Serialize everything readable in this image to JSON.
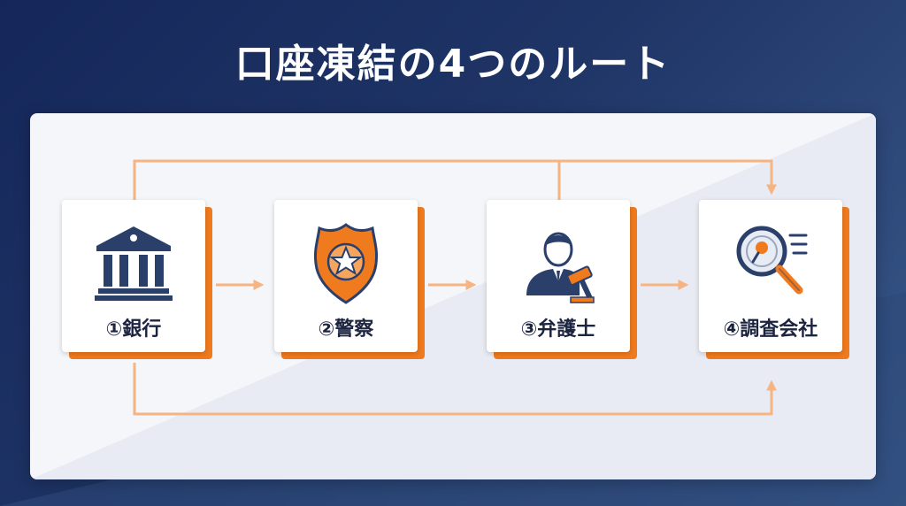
{
  "title": "口座凍結の4つのルート",
  "steps": [
    {
      "label": "①銀行",
      "icon": "bank-icon"
    },
    {
      "label": "②警察",
      "icon": "police-badge-icon"
    },
    {
      "label": "③弁護士",
      "icon": "lawyer-gavel-icon"
    },
    {
      "label": "④調査会社",
      "icon": "magnifier-report-icon"
    }
  ],
  "colors": {
    "navy": "#1f3566",
    "orange": "#f07a1e",
    "connector": "#f6b482",
    "panel": "#f4f6fa"
  }
}
